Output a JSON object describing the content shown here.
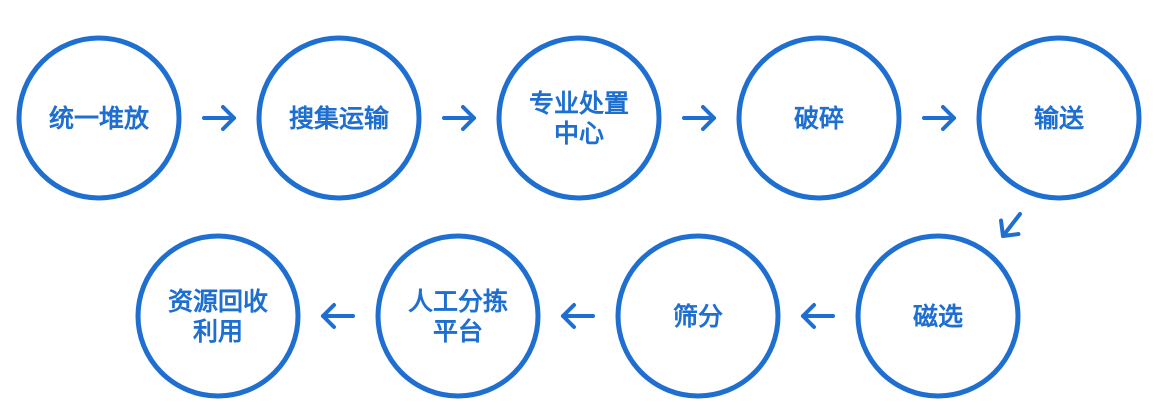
{
  "colors": {
    "accent": "#1f6fd0",
    "background": "#ffffff"
  },
  "nodes": [
    {
      "id": "unified-stacking",
      "lines": [
        "统一堆放"
      ]
    },
    {
      "id": "collection-transport",
      "lines": [
        "搜集运输"
      ]
    },
    {
      "id": "disposal-center",
      "lines": [
        "专业处置",
        "中心"
      ]
    },
    {
      "id": "crushing",
      "lines": [
        "破碎"
      ]
    },
    {
      "id": "conveying",
      "lines": [
        "输送"
      ]
    },
    {
      "id": "magnetic-separation",
      "lines": [
        "磁选"
      ]
    },
    {
      "id": "screening",
      "lines": [
        "筛分"
      ]
    },
    {
      "id": "manual-sorting",
      "lines": [
        "人工分拣",
        "平台"
      ]
    },
    {
      "id": "resource-recycling",
      "lines": [
        "资源回收",
        "利用"
      ]
    }
  ],
  "edges": [
    {
      "from": "unified-stacking",
      "to": "collection-transport"
    },
    {
      "from": "collection-transport",
      "to": "disposal-center"
    },
    {
      "from": "disposal-center",
      "to": "crushing"
    },
    {
      "from": "crushing",
      "to": "conveying"
    },
    {
      "from": "conveying",
      "to": "magnetic-separation"
    },
    {
      "from": "magnetic-separation",
      "to": "screening"
    },
    {
      "from": "screening",
      "to": "manual-sorting"
    },
    {
      "from": "manual-sorting",
      "to": "resource-recycling"
    }
  ]
}
